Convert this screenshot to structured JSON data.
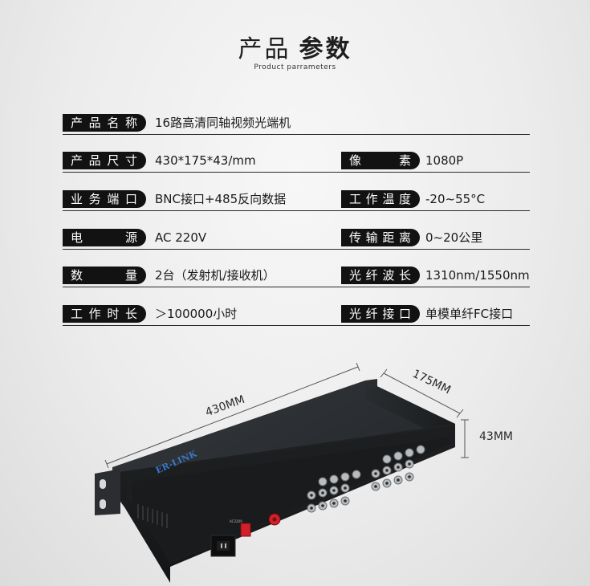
{
  "header": {
    "title_part1": "产品",
    "title_part2": "参数",
    "subtitle": "Product parrameters"
  },
  "specs": [
    {
      "label": "产品名称",
      "value": "16路高清同轴视频光端机"
    },
    {
      "label": "产品尺寸",
      "value": "430*175*43/mm",
      "label2": "像　素",
      "value2": "1080P"
    },
    {
      "label": "业务端口",
      "value": "BNC接口+485反向数据",
      "label2": "工作温度",
      "value2": "-20~55°C"
    },
    {
      "label": "电　　源",
      "value": "AC 220V",
      "label2": "传输距离",
      "value2": "0~20公里"
    },
    {
      "label": "数　　量",
      "value": "2台（发射机/接收机）",
      "label2": "光纤波长",
      "value2": "1310nm/1550nm"
    },
    {
      "label": "工作时长",
      "value": "＞100000小时",
      "label2": "光纤接口",
      "value2": "单模单纤FC接口"
    }
  ],
  "dimensions": {
    "width": "430MM",
    "depth": "175MM",
    "height": "43MM"
  },
  "device": {
    "brand": "ER-LINK",
    "power_label": "AC220V",
    "body_color": "#26292c",
    "front_color": "#1b1d1f",
    "accent_red": "#d2202a"
  }
}
